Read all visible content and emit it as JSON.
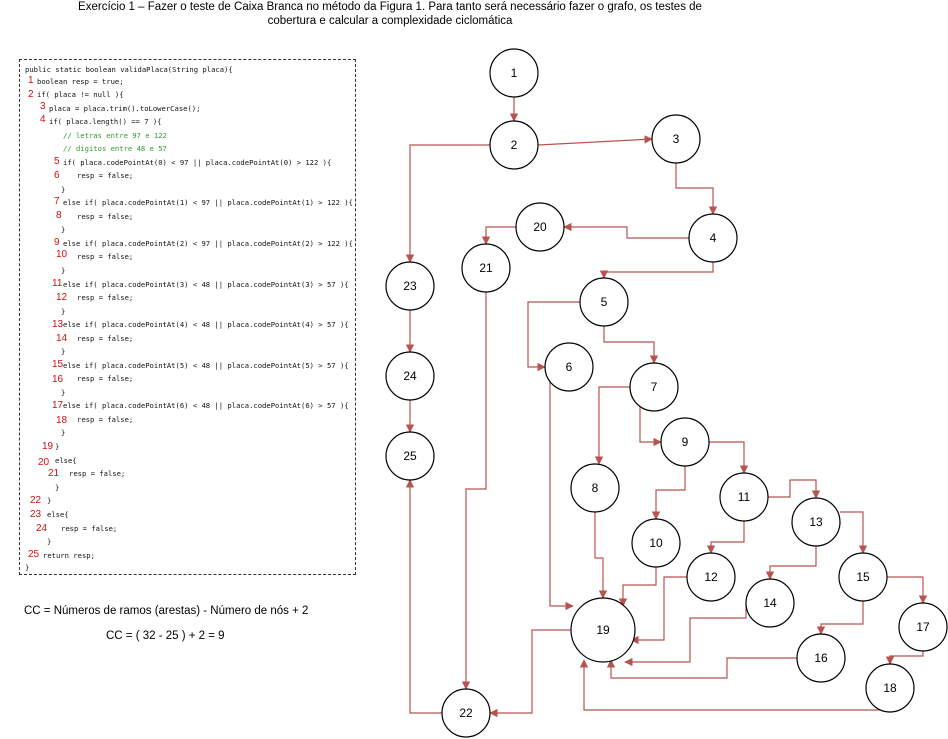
{
  "title": {
    "line1": "Exercício 1 – Fazer o teste de Caixa Branca no método da Figura 1. Para tanto será necessário fazer o grafo, os testes de",
    "line2": "cobertura e calcular a complexidade ciclomática"
  },
  "code": {
    "lines": [
      "public static boolean validaPlaca(String placa){",
      "boolean resp = true;",
      "if( placa != null ){",
      "placa = placa.trim().toLowerCase();",
      "if( placa.length() == 7 ){",
      "// letras entre 97 e 122",
      "// digitos entre 48 e 57",
      "if( placa.codePointAt(0) < 97 || placa.codePointAt(0) > 122 ){",
      "resp = false;",
      "}",
      "else if( placa.codePointAt(1) < 97 || placa.codePointAt(1) > 122 ){",
      "resp = false;",
      "}",
      "else if( placa.codePointAt(2) < 97 || placa.codePointAt(2) > 122 ){",
      "resp = false;",
      "}",
      "else if( placa.codePointAt(3) < 48 || placa.codePointAt(3) > 57 ){",
      "resp = false;",
      "}",
      "else if( placa.codePointAt(4) < 48 || placa.codePointAt(4) > 57 ){",
      "resp = false;",
      "}",
      "else if( placa.codePointAt(5) < 48 || placa.codePointAt(5) > 57 ){",
      "resp = false;",
      "}",
      "else if( placa.codePointAt(6) < 48 || placa.codePointAt(6) > 57 ){",
      "resp = false;",
      "}",
      "}",
      "else{",
      "resp = false;",
      "}",
      "}",
      "else{",
      "resp = false;",
      "}",
      "return resp;",
      "}"
    ],
    "line_numbers": [
      "1",
      "2",
      "3",
      "4",
      "5",
      "6",
      "7",
      "8",
      "9",
      "10",
      "11",
      "12",
      "13",
      "14",
      "15",
      "16",
      "17",
      "18",
      "19",
      "20",
      "21",
      "22",
      "23",
      "24",
      "25"
    ]
  },
  "cc": {
    "formula": "CC = Números de ramos (arestas) - Número de nós + 2",
    "calc": "CC = ( 32 - 25 ) + 2 = 9"
  },
  "graph": {
    "nodes": [
      "1",
      "2",
      "3",
      "4",
      "5",
      "6",
      "7",
      "8",
      "9",
      "10",
      "11",
      "12",
      "13",
      "14",
      "15",
      "16",
      "17",
      "18",
      "19",
      "20",
      "21",
      "22",
      "23",
      "24",
      "25"
    ],
    "edge_color": "#b85450"
  }
}
